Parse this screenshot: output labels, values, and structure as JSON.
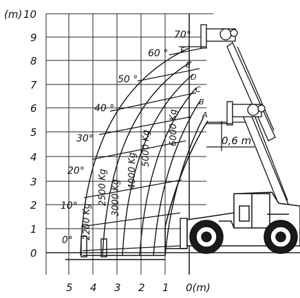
{
  "diagram": {
    "y_unit_label": "(m)",
    "x_unit_label": "0(m)",
    "y_ticks": [
      "10",
      "9",
      "8",
      "7",
      "6",
      "5",
      "4",
      "3",
      "2",
      "1",
      "0"
    ],
    "x_ticks": [
      "5",
      "4",
      "3",
      "2",
      "1"
    ],
    "angles": [
      "70°",
      "60 °",
      "50 °",
      "40 °",
      "30°",
      "20°",
      "10°",
      "0°"
    ],
    "curve_letters": [
      "F",
      "E",
      "D",
      "C",
      "B",
      "A"
    ],
    "loads": [
      "2200 Kg",
      "2500 Kg",
      "3000 Kg",
      "4000 Kg",
      "5000 Kg",
      "6000 Kg"
    ],
    "offset_dimension": "0,6 m",
    "colors": {
      "ink": "#111111",
      "grid": "#222222",
      "background": "#ffffff"
    }
  }
}
